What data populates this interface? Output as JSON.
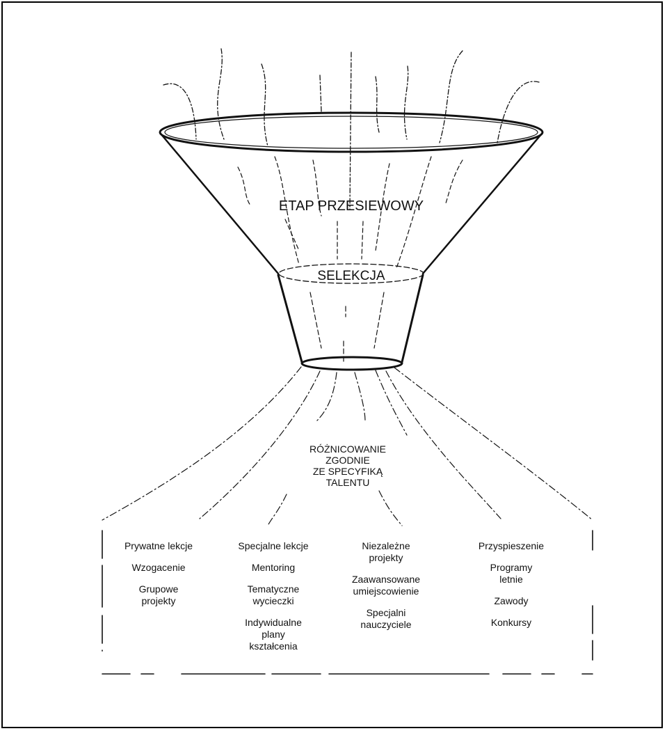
{
  "funnel": {
    "screening_label": "ETAP PRZESIEWOWY",
    "selection_label": "SELEKCJA",
    "differentiation_lines": [
      "RÓŻNICOWANIE",
      "ZGODNIE",
      "ZE SPECYFIKĄ",
      "TALENTU"
    ]
  },
  "columns": [
    {
      "items": [
        [
          "Prywatne lekcje"
        ],
        [
          "Wzogacenie"
        ],
        [
          "Grupowe",
          "projekty"
        ]
      ]
    },
    {
      "items": [
        [
          "Specjalne lekcje"
        ],
        [
          "Mentoring"
        ],
        [
          "Tematyczne",
          "wycieczki"
        ],
        [
          "Indywidualne",
          "plany",
          "kształcenia"
        ]
      ]
    },
    {
      "items": [
        [
          "Niezależne",
          "projekty"
        ],
        [
          "Zaawansowane",
          "umiejscowienie"
        ],
        [
          "Specjalni",
          "nauczyciele"
        ]
      ]
    },
    {
      "items": [
        [
          "Przyspieszenie"
        ],
        [
          "Programy",
          "letnie"
        ],
        [
          "Zawody"
        ],
        [
          "Konkursy"
        ]
      ]
    }
  ],
  "colors": {
    "ink": "#111111",
    "frame": "#000000",
    "background": "#ffffff"
  }
}
